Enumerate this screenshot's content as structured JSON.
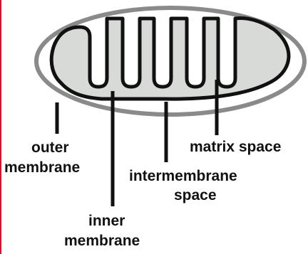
{
  "labels": {
    "outer_membrane": [
      "outer",
      "membrane"
    ],
    "matrix_space": [
      "matrix space"
    ],
    "intermembrane_space": [
      "intermembrane",
      "space"
    ],
    "inner_membrane": [
      "inner",
      "membrane"
    ]
  },
  "colors": {
    "accent_edge": "#d3162b",
    "outer_membrane_stroke": "#8a8a8a",
    "inner_fill": "#d7dad7",
    "inner_membrane_stroke": "#111111",
    "leader_lines": "#111111",
    "text": "#111111"
  }
}
